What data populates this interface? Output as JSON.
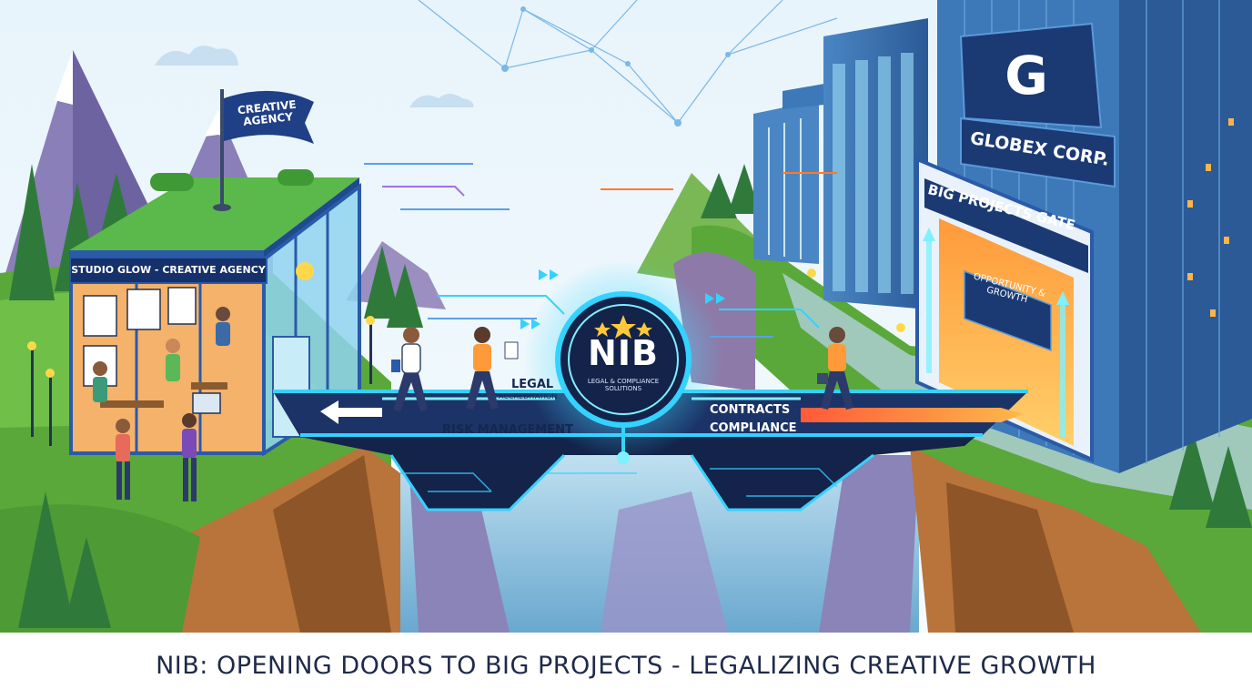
{
  "caption": "NIB: OPENING DOORS TO BIG PROJECTS - LEGALIZING CREATIVE GROWTH",
  "agency": {
    "flag_text": "CREATIVE AGENCY",
    "sign": "STUDIO GLOW - CREATIVE AGENCY"
  },
  "bridge": {
    "hub_title": "NIB",
    "hub_subtitle": "LEGAL & COMPLIANCE SOLUTIONS",
    "label_legal": "LEGAL",
    "label_accreditation": "ACCREDITATION",
    "label_risk": "RISK MANAGEMENT",
    "label_contracts": "CONTRACTS",
    "label_compliance": "COMPLIANCE"
  },
  "corporation": {
    "logo_letter": "G",
    "name": "GLOBEX CORP.",
    "gate_sign": "BIG PROJECTS GATE",
    "door_sign": "OPPORTUNITY & GROWTH"
  },
  "colors": {
    "sky": "#e6f2fa",
    "grass": "#5aa83a",
    "cliff": "#b8743a",
    "bridge": "#13234a",
    "glow": "#34d2ff",
    "navy": "#15306a",
    "accent_orange": "#ff7a2a",
    "tower": "#3d78b8"
  }
}
